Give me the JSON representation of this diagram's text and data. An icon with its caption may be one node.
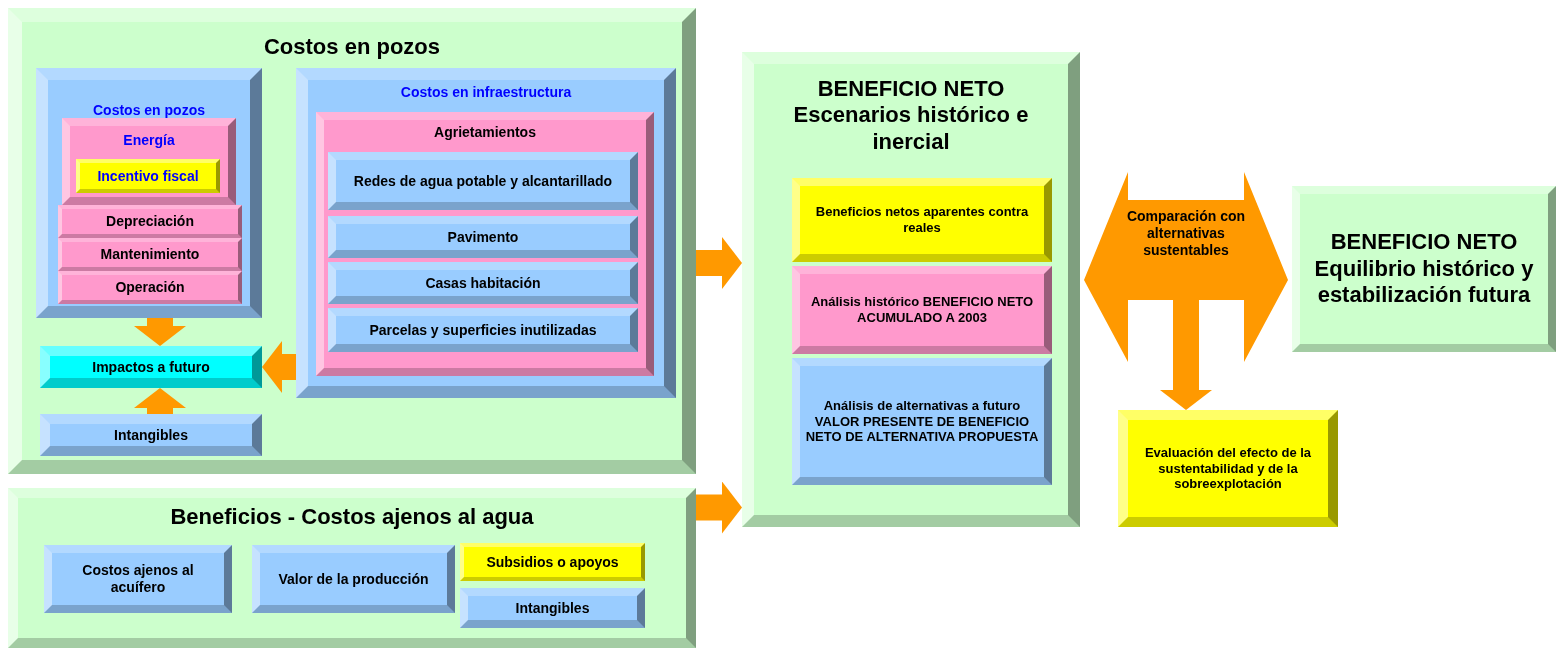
{
  "diagram": {
    "nodes": [
      {
        "text": [
          "Costos en pozos"
        ]
      },
      {
        "text": [
          "Costos en pozos"
        ],
        "in": 0
      },
      {
        "text": [
          "Energía"
        ],
        "in": 1
      },
      {
        "text": [
          "Incentivo fiscal"
        ],
        "in": 2
      },
      {
        "text": [
          "Depreciación"
        ],
        "in": 1
      },
      {
        "text": [
          "Mantenimiento"
        ],
        "in": 1
      },
      {
        "text": [
          "Operación"
        ],
        "in": 1
      },
      {
        "text": [
          "Impactos a futuro"
        ],
        "in": 0
      },
      {
        "text": [
          "Intangibles"
        ],
        "in": 0
      },
      {
        "text": [
          "Costos en infraestructura"
        ],
        "in": 0
      },
      {
        "text": [
          "Agrietamientos"
        ],
        "in": 9
      },
      {
        "text": [
          "Redes de agua potable y alcantarillado"
        ],
        "in": 10
      },
      {
        "text": [
          "Pavimento"
        ],
        "in": 10
      },
      {
        "text": [
          "Casas habitación"
        ],
        "in": 10
      },
      {
        "text": [
          "Parcelas y superficies inutilizadas"
        ],
        "in": 10
      },
      {
        "text": [
          "BENEFICIO NETO Escenarios histórico e inercial"
        ]
      },
      {
        "text": [
          "Beneficios netos aparentes contra reales"
        ],
        "in": 15
      },
      {
        "text": [
          "Análisis histórico BENEFICIO NETO ACUMULADO A 2003"
        ],
        "in": 15
      },
      {
        "text": [
          "Análisis de alternativas a futuro VALOR PRESENTE DE BENEFICIO NETO DE ALTERNATIVA PROPUESTA"
        ],
        "in": 15
      },
      {
        "text": [
          "Comparación con alternativas sustentables"
        ]
      },
      {
        "text": [
          "BENEFICIO NETO Equilibrio histórico y estabilización futura"
        ]
      },
      {
        "text": [
          "Evaluación del efecto de la sustentabilidad y de la sobreexplotación"
        ]
      },
      {
        "text": [
          "Beneficios - Costos ajenos al agua"
        ]
      },
      {
        "text": [
          "Costos ajenos al acuífero"
        ],
        "in": 22
      },
      {
        "text": [
          "Valor de la producción"
        ],
        "in": 22
      },
      {
        "text": [
          "Subsidios o apoyos"
        ],
        "in": 22
      },
      {
        "text": [
          "Intangibles"
        ],
        "in": 22
      }
    ],
    "edges": [
      {
        "from": 1,
        "to": 7,
        "arrow": "to"
      },
      {
        "from": 8,
        "to": 7,
        "arrow": "to"
      },
      {
        "from": 9,
        "to": 7,
        "arrow": "to"
      },
      {
        "from": 0,
        "to": 15,
        "arrow": "to"
      },
      {
        "from": 22,
        "to": 15,
        "arrow": "to"
      },
      {
        "from": 19,
        "to": 21,
        "arrow": "to"
      }
    ]
  }
}
